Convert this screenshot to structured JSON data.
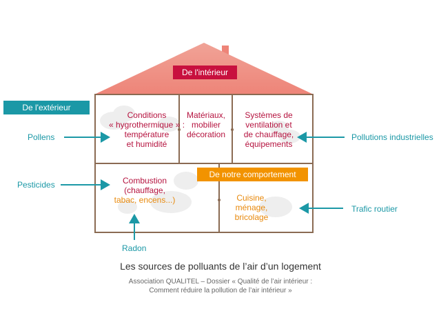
{
  "roof_label": "De l'intérieur",
  "exterior_label": "De l'extérieur",
  "behaviour_label": "De notre comportement",
  "rooms": {
    "hygro": [
      "Conditions",
      "« hygrothermique » :",
      "température",
      "et humidité"
    ],
    "materials": [
      "Matériaux,",
      "mobilier",
      "décoration"
    ],
    "systems": [
      "Systèmes de",
      "ventilation et",
      "de chauffage,",
      "équipements"
    ],
    "combustion_line1": "Combustion",
    "combustion_line2": "(chauffage,",
    "combustion_line3": "tabac, encens...)",
    "cuisine": [
      "Cuisine,",
      "ménage,",
      "bricolage"
    ]
  },
  "sources": {
    "pollens": "Pollens",
    "pesticides": "Pesticides",
    "radon": "Radon",
    "industrial": "Pollutions industrielles",
    "traffic": "Trafic routier"
  },
  "caption": {
    "title": "Les sources de polluants de l’air d’un logement",
    "line1": "Association QUALITEL – Dossier « Qualité de l’air intérieur :",
    "line2": "Comment réduire la pollution de l’air intérieur »"
  },
  "colors": {
    "roof": "#ef8c80",
    "red_badge": "#c8103e",
    "teal_badge": "#1b98a6",
    "orange_badge": "#f29300",
    "wall": "#8a6a52",
    "arrow": "#1b98a6"
  }
}
